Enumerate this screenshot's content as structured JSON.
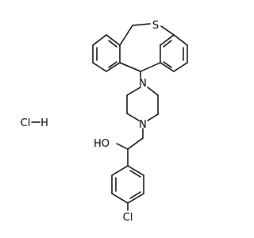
{
  "molecule": {
    "atoms": {
      "sulfur": "S",
      "nitrogen_top": "N",
      "nitrogen_bottom": "N",
      "hydroxyl": "HO",
      "chlorine_aryl": "Cl",
      "salt_chlorine": "Cl",
      "salt_hydrogen": "H"
    },
    "colors": {
      "bond": "#000000",
      "label": "#000000",
      "background": "#ffffff"
    }
  }
}
